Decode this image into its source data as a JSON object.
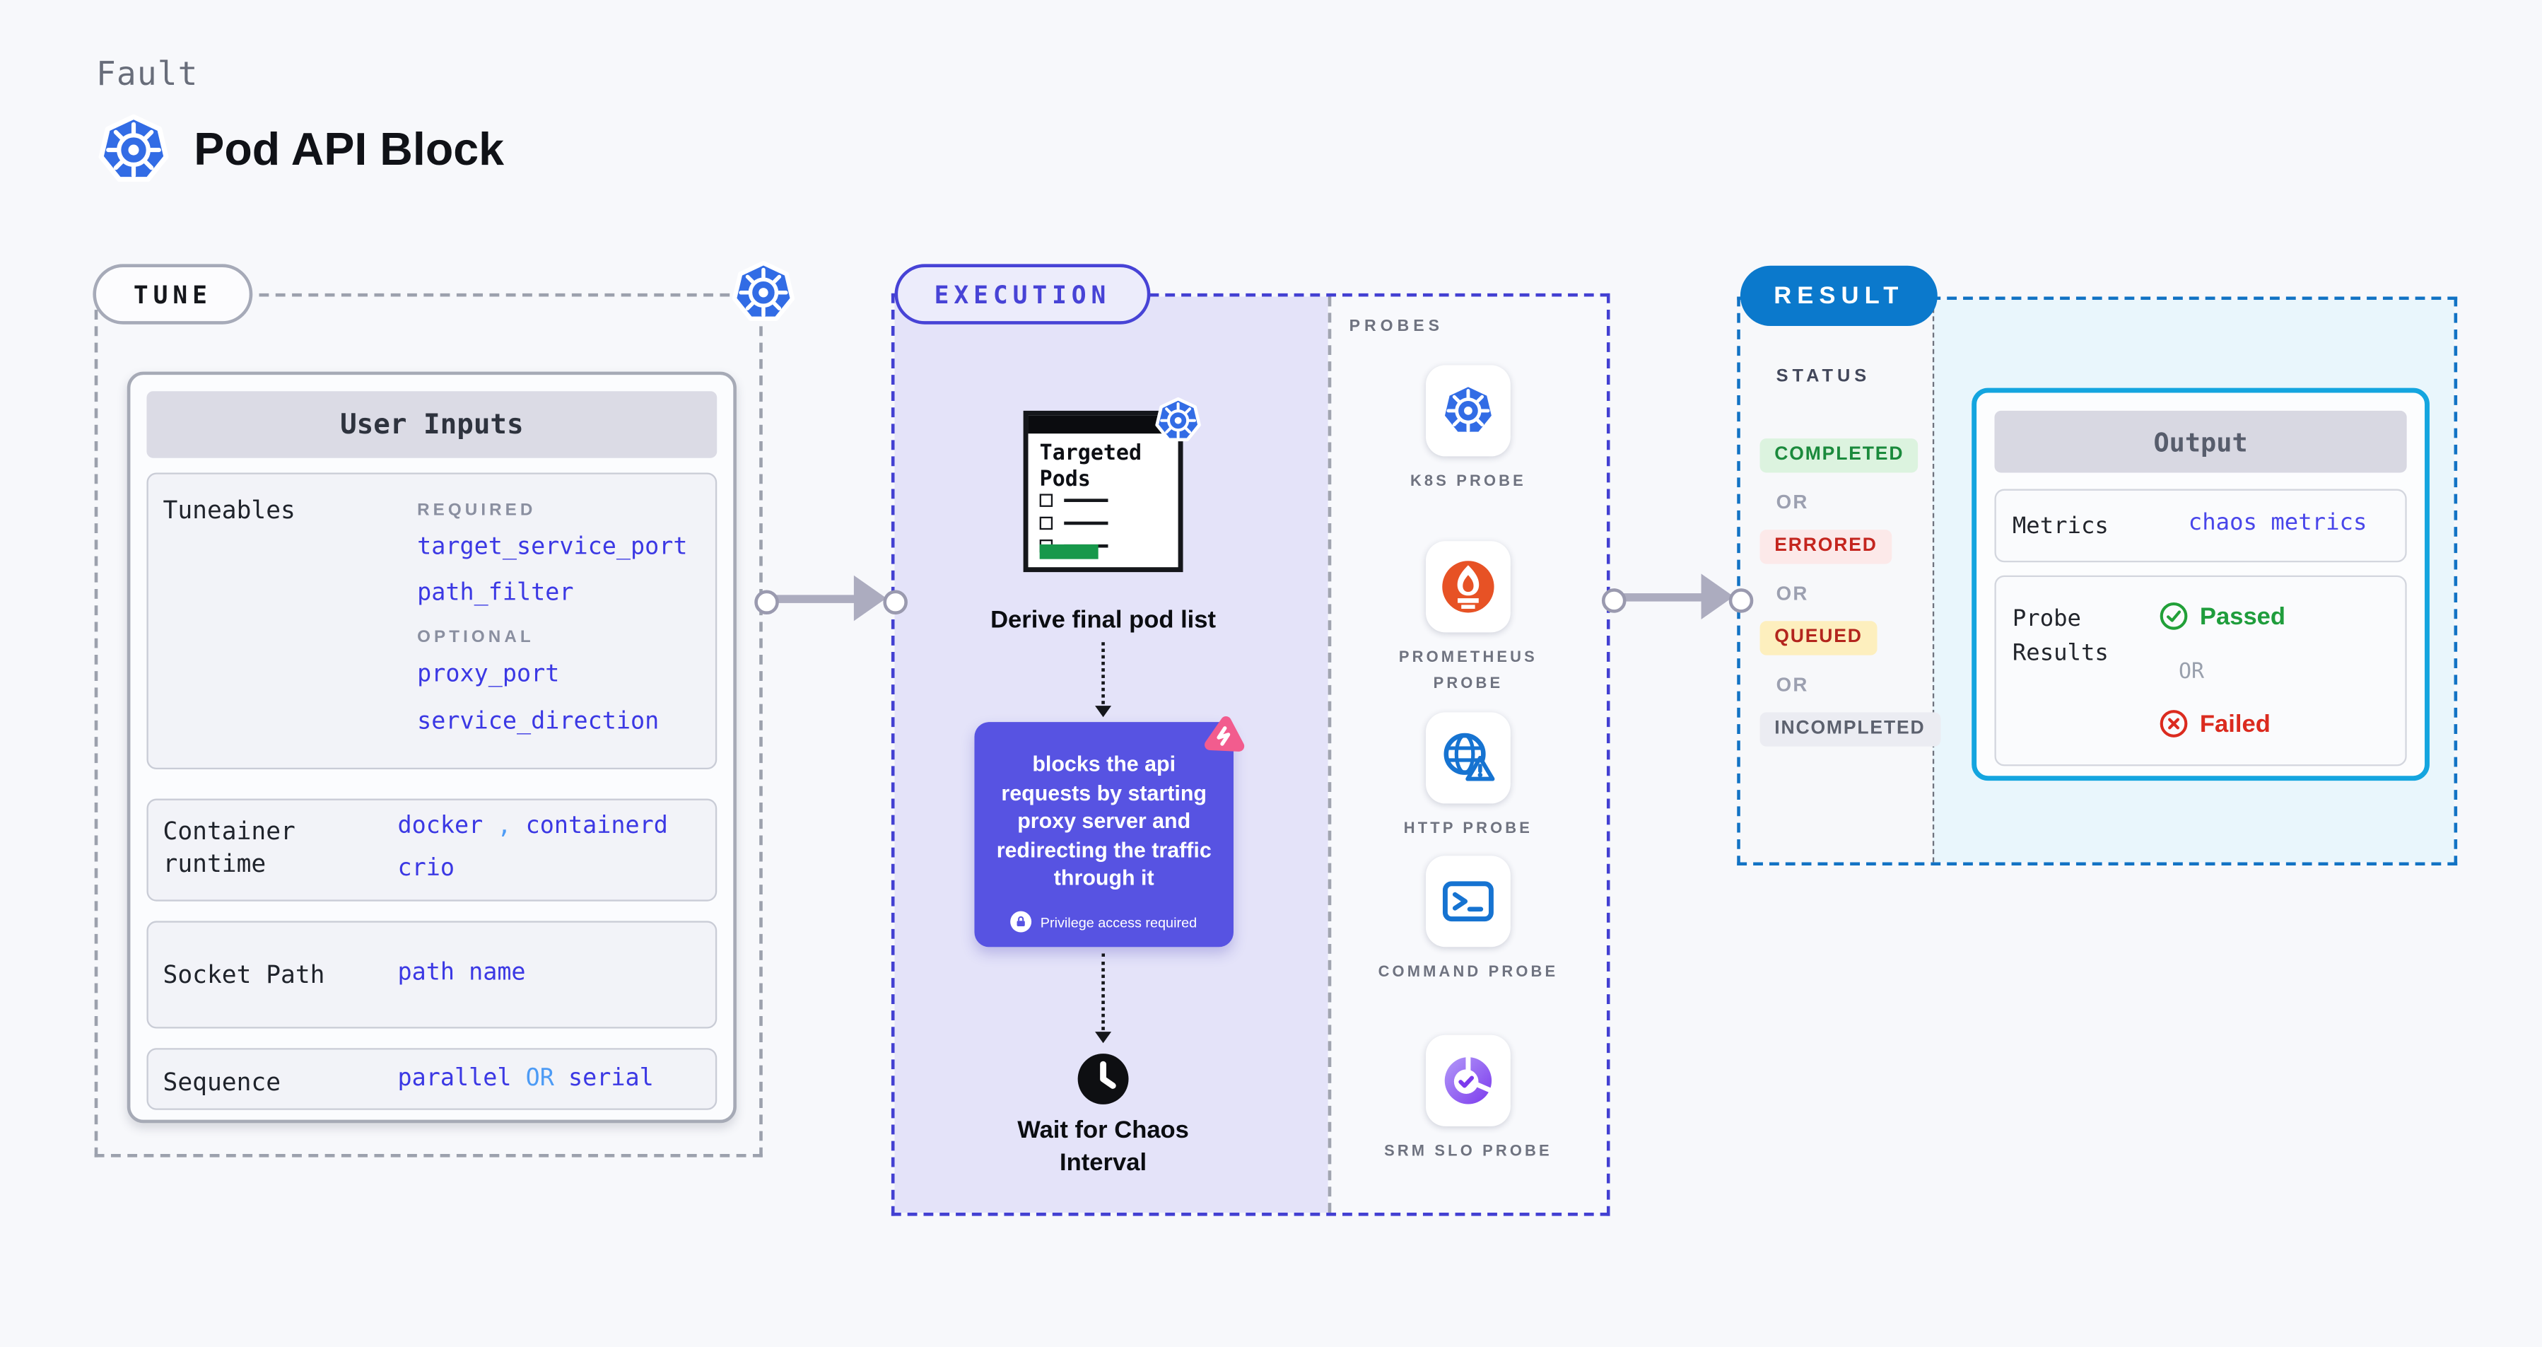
{
  "header": {
    "eyebrow": "Fault",
    "title": "Pod API Block"
  },
  "tune": {
    "badge": "TUNE",
    "panel_title": "User Inputs",
    "tuneables_label": "Tuneables",
    "required_heading": "REQUIRED",
    "required_params": [
      "target_service_port",
      "path_filter"
    ],
    "optional_heading": "OPTIONAL",
    "optional_params": [
      "proxy_port",
      "service_direction"
    ],
    "runtime_label": "Container runtime",
    "runtime_values": [
      "docker",
      "containerd",
      "crio"
    ],
    "runtime_comma": ",",
    "socket_label": "Socket Path",
    "socket_value": "path name",
    "sequence_label": "Sequence",
    "sequence_first": "parallel",
    "sequence_or": "OR",
    "sequence_second": "serial"
  },
  "execution": {
    "badge": "EXECUTION",
    "targeted_pods_title": "Targeted Pods",
    "derive_step": "Derive final pod list",
    "description": "blocks the api requests by starting proxy server and redirecting the traffic through it",
    "privilege_note": "Privilege access required",
    "wait_step": "Wait for Chaos Interval"
  },
  "probes": {
    "heading": "PROBES",
    "items": [
      {
        "label": "K8S PROBE",
        "icon": "kubernetes-icon"
      },
      {
        "label": "PROMETHEUS PROBE",
        "icon": "prometheus-icon"
      },
      {
        "label": "HTTP PROBE",
        "icon": "http-globe-warning-icon"
      },
      {
        "label": "COMMAND PROBE",
        "icon": "terminal-icon"
      },
      {
        "label": "SRM SLO PROBE",
        "icon": "slo-pie-check-icon"
      }
    ]
  },
  "result": {
    "badge": "RESULT",
    "status_heading": "STATUS",
    "or_label": "OR",
    "statuses": [
      {
        "label": "COMPLETED",
        "text_color": "#1A8A3C",
        "bg_color": "#DCF3DF"
      },
      {
        "label": "ERRORED",
        "text_color": "#C4251E",
        "bg_color": "#FCE9E9"
      },
      {
        "label": "QUEUED",
        "text_color": "#B3251D",
        "bg_color": "#FDEFBE"
      },
      {
        "label": "INCOMPLETED",
        "text_color": "#5C616E",
        "bg_color": "#EBECF2"
      }
    ],
    "output_title": "Output",
    "metrics_label": "Metrics",
    "metrics_value": "chaos metrics",
    "probe_results_label": "Probe Results",
    "passed_label": "Passed",
    "failed_label": "Failed"
  },
  "colors": {
    "page_bg": "#F7F8FB",
    "kubernetes_blue": "#326CE5",
    "indigo_value": "#3B38E4",
    "light_blue_accent": "#4D9BF5",
    "execution_border": "#4340D2",
    "execution_fill": "#E4E3F9",
    "purple_card": "#5753E2",
    "result_blue": "#0B79CC",
    "output_border": "#14A5DF",
    "passed_green": "#1F9D3C",
    "failed_red": "#DB2B1F",
    "arrow_gray": "#ACACBF",
    "chaos_pink": "#F25C8E",
    "prometheus_orange": "#E75225",
    "targeted_green": "#17984B"
  }
}
